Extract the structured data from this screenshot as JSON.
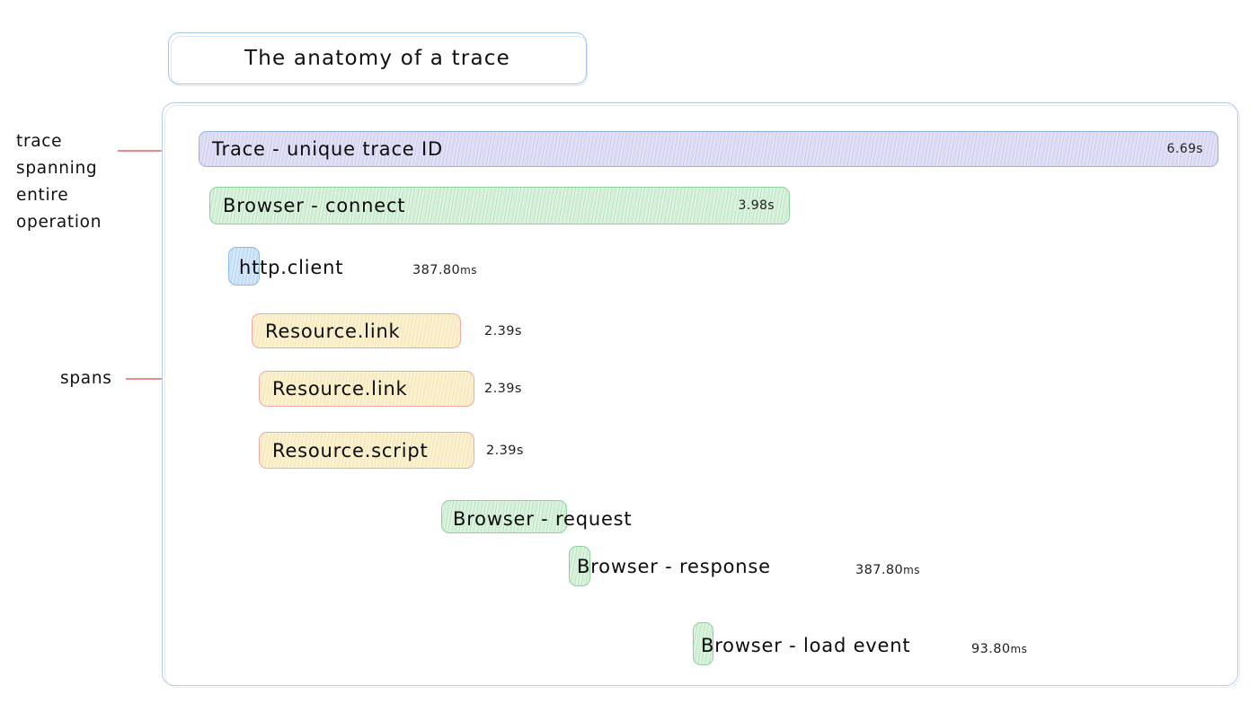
{
  "title": {
    "text": "The anatomy of a trace"
  },
  "annotations": [
    {
      "name": "trace-annotation",
      "text": "trace\nspanning\nentire\noperation"
    },
    {
      "name": "spans-annotation",
      "text": "spans"
    }
  ],
  "colors": {
    "container_border": "#b3cdea",
    "title_border": "#a8c7e8",
    "annotation_line": "#f08a8a",
    "trace_fill": "#e5e4f7",
    "trace_border": "#8fb6e0",
    "browser_fill": "#e2f5e4",
    "browser_border": "#8ed29b",
    "http_fill": "#dcebfb",
    "http_border": "#8dbbe8",
    "resource_fill": "#fcf4d9",
    "resource_border": "#f1a9a3"
  },
  "spans": [
    {
      "name": "trace-bar",
      "label": "Trace - unique trace ID",
      "duration": "6.69s",
      "duration_position": "inside",
      "color": "purple"
    },
    {
      "name": "browser-connect-bar",
      "label": "Browser - connect",
      "duration": "3.98s",
      "duration_position": "inside",
      "color": "green"
    },
    {
      "name": "http-client-bar",
      "label": "http.client",
      "duration": "387.80",
      "duration_unit": "ms",
      "duration_position": "outside",
      "color": "blue"
    },
    {
      "name": "resource-link-bar-1",
      "label": "Resource.link",
      "duration": "2.39s",
      "duration_position": "outside",
      "color": "yellow"
    },
    {
      "name": "resource-link-bar-2",
      "label": "Resource.link",
      "duration": "2.39s",
      "duration_position": "outside",
      "color": "yellow"
    },
    {
      "name": "resource-script-bar",
      "label": "Resource.script",
      "duration": "2.39s",
      "duration_position": "outside",
      "color": "yellow"
    },
    {
      "name": "browser-request-bar",
      "label": "Browser - request",
      "duration": "",
      "duration_position": "none",
      "color": "green"
    },
    {
      "name": "browser-response-bar",
      "label": "Browser - response",
      "duration": "387.80",
      "duration_unit": "ms",
      "duration_position": "outside",
      "color": "green"
    },
    {
      "name": "browser-load-event-bar",
      "label": "Browser - load event",
      "duration": "93.80",
      "duration_unit": "ms",
      "duration_position": "outside",
      "color": "green"
    }
  ]
}
